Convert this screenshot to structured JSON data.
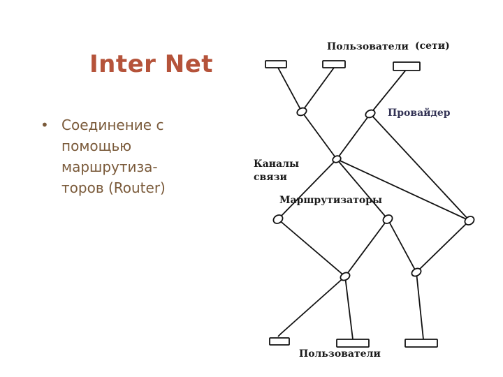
{
  "slide": {
    "title": "Inter Net",
    "bullet": {
      "marker": "•",
      "lines": [
        "Соединение с",
        "помощью",
        "маршрутиза-",
        "торов (Router)"
      ]
    }
  },
  "diagram": {
    "labels": {
      "users_top_a": "Пользователи",
      "users_top_b": "(сети)",
      "provider": "Провайдер",
      "channels_1": "Каналы",
      "channels_2": "связи",
      "routers": "Маршрутизаторы",
      "users_bottom": "Пользователи"
    }
  }
}
